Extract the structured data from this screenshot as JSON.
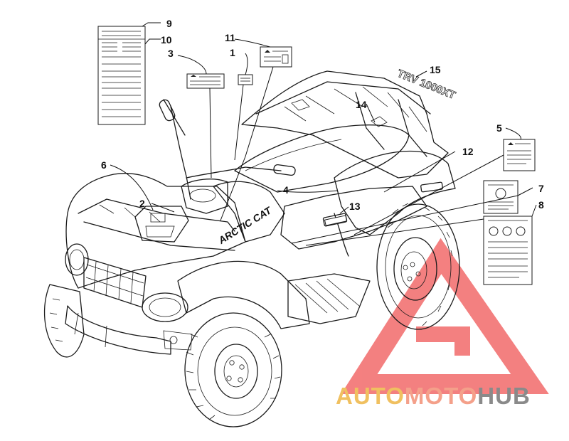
{
  "callouts": [
    {
      "id": "1",
      "label": "1"
    },
    {
      "id": "2",
      "label": "2"
    },
    {
      "id": "3",
      "label": "3"
    },
    {
      "id": "4",
      "label": "4"
    },
    {
      "id": "5",
      "label": "5"
    },
    {
      "id": "6",
      "label": "6"
    },
    {
      "id": "7",
      "label": "7"
    },
    {
      "id": "8",
      "label": "8"
    },
    {
      "id": "9",
      "label": "9"
    },
    {
      "id": "10",
      "label": "10"
    },
    {
      "id": "11",
      "label": "11"
    },
    {
      "id": "12",
      "label": "12"
    },
    {
      "id": "13",
      "label": "13"
    },
    {
      "id": "14",
      "label": "14"
    },
    {
      "id": "15",
      "label": "15"
    }
  ],
  "decals": {
    "fender_logo": "ARCTIC CAT",
    "rack_badge": "TRV 1000XT"
  },
  "watermark": {
    "part1": "AUTO",
    "part2": "MOTO",
    "part3": "HUB",
    "color_auto": "#f0c060",
    "color_moto": "#f4a08a",
    "color_hub": "#8a8a8a",
    "logo_color": "#f26a6a"
  }
}
